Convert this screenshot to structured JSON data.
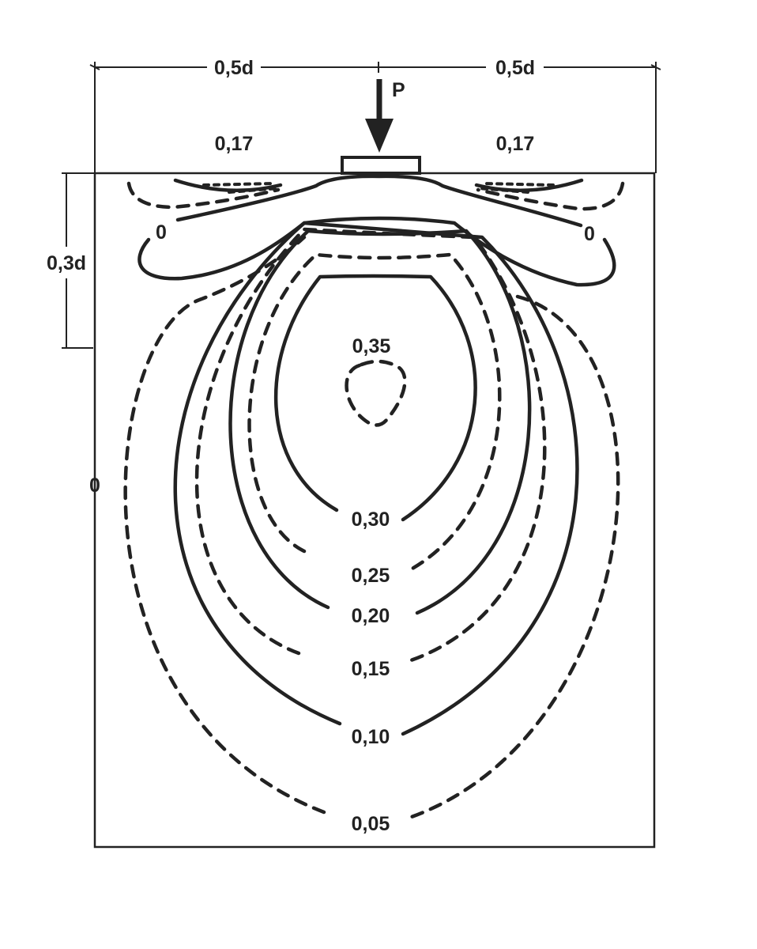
{
  "load": {
    "symbol": "P"
  },
  "dimensions": {
    "left_half": "0,5d",
    "right_half": "0,5d",
    "depth": "0,3d"
  },
  "surface_values": {
    "left": "0,17",
    "right": "0,17"
  },
  "zero_labels": {
    "upper_left": "0",
    "upper_right": "0",
    "side_left": "0"
  },
  "contours": [
    {
      "value": "0,35",
      "style": "dashed"
    },
    {
      "value": "0,30",
      "style": "solid"
    },
    {
      "value": "0,25",
      "style": "dashed"
    },
    {
      "value": "0,20",
      "style": "solid"
    },
    {
      "value": "0,15",
      "style": "dashed"
    },
    {
      "value": "0,10",
      "style": "solid"
    },
    {
      "value": "0,05",
      "style": "dashed"
    }
  ]
}
